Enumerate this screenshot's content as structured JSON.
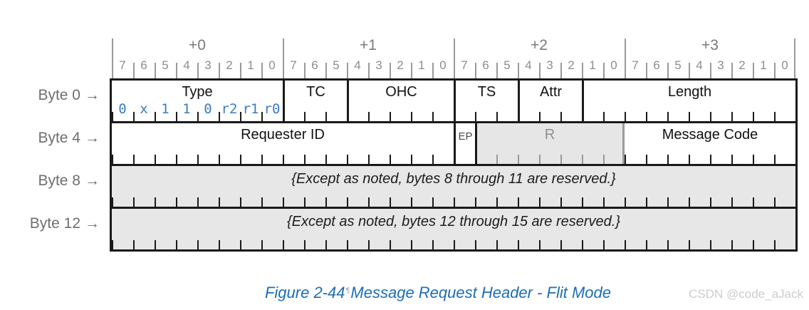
{
  "diagram": {
    "scale_groups": [
      {
        "label": "+0",
        "bits": [
          "7",
          "6",
          "5",
          "4",
          "3",
          "2",
          "1",
          "0"
        ]
      },
      {
        "label": "+1",
        "bits": [
          "7",
          "6",
          "5",
          "4",
          "3",
          "2",
          "1",
          "0"
        ]
      },
      {
        "label": "+2",
        "bits": [
          "7",
          "6",
          "5",
          "4",
          "3",
          "2",
          "1",
          "0"
        ]
      },
      {
        "label": "+3",
        "bits": [
          "7",
          "6",
          "5",
          "4",
          "3",
          "2",
          "1",
          "0"
        ]
      }
    ],
    "rows": [
      {
        "byte_label": "Byte 0",
        "arrow": "→",
        "fields": [
          {
            "label": "Type",
            "bits": 8,
            "values": [
              "0",
              "x",
              "1",
              "1",
              "0",
              "r2",
              "r1",
              "r0"
            ]
          },
          {
            "label": "TC",
            "bits": 3
          },
          {
            "label": "OHC",
            "bits": 5
          },
          {
            "label": "TS",
            "bits": 3
          },
          {
            "label": "Attr",
            "bits": 3
          },
          {
            "label": "Length",
            "bits": 10
          }
        ]
      },
      {
        "byte_label": "Byte 4",
        "arrow": "→",
        "fields": [
          {
            "label": "Requester ID",
            "bits": 16
          },
          {
            "label": "EP",
            "bits": 1,
            "style": "small"
          },
          {
            "label": "R",
            "bits": 7,
            "style": "reserved-box"
          },
          {
            "label": "Message Code",
            "bits": 8
          }
        ]
      },
      {
        "byte_label": "Byte 8",
        "arrow": "→",
        "fields": [
          {
            "label": "{Except as noted, bytes 8 through 11 are reserved.}",
            "bits": 32,
            "style": "note"
          }
        ]
      },
      {
        "byte_label": "Byte 12",
        "arrow": "→",
        "fields": [
          {
            "label": "{Except as noted, bytes 12 through 15 are reserved.}",
            "bits": 32,
            "style": "note"
          }
        ]
      }
    ],
    "caption": {
      "figure_label": "Figure 2-44",
      "mark": "¶",
      "title": "Message Request Header - Flit Mode"
    },
    "watermark": "CSDN @code_aJack",
    "colors": {
      "accent_blue": "#3a7cbe",
      "caption_blue": "#1b6db6",
      "reserved_fill": "#e7e7e7",
      "scale_gray": "#9a9a9a",
      "border_black": "#1a1a1a"
    }
  }
}
